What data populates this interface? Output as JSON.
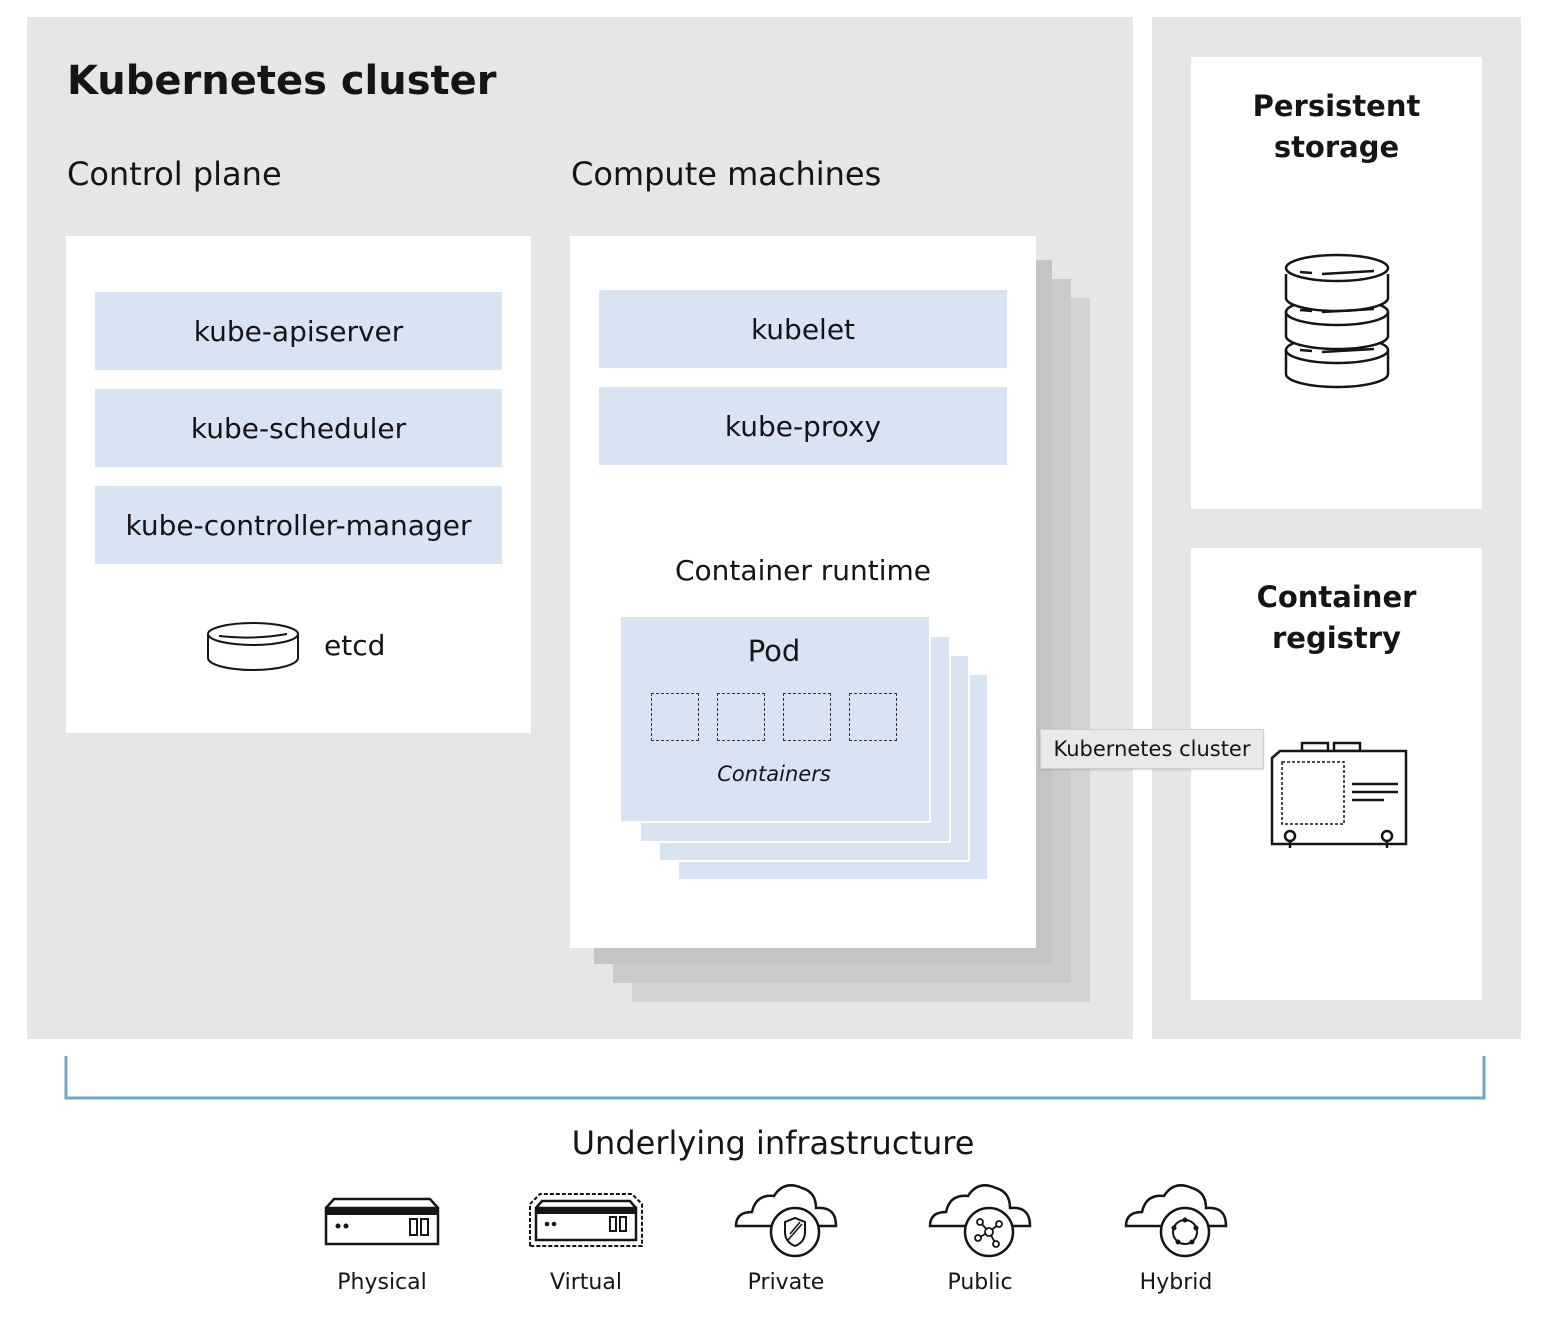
{
  "cluster": {
    "title": "Kubernetes cluster",
    "control_plane": {
      "title": "Control plane",
      "components": [
        "kube-apiserver",
        "kube-scheduler",
        "kube-controller-manager"
      ],
      "etcd_label": "etcd"
    },
    "compute": {
      "title": "Compute machines",
      "components": [
        "kubelet",
        "kube-proxy"
      ],
      "runtime_label": "Container runtime",
      "pod_label": "Pod",
      "containers_label": "Containers"
    }
  },
  "side": {
    "storage_title_line1": "Persistent",
    "storage_title_line2": "storage",
    "registry_title_line1": "Container",
    "registry_title_line2": "registry"
  },
  "tooltip": "Kubernetes cluster",
  "infrastructure": {
    "title": "Underlying infrastructure",
    "items": [
      "Physical",
      "Virtual",
      "Private",
      "Public",
      "Hybrid"
    ]
  },
  "colors": {
    "panel_gray": "#e6e6e6",
    "component_blue": "#d8e4f2",
    "bracket_blue": "#6fa8c8"
  },
  "icons": [
    "database-icon",
    "registry-icon",
    "server-icon",
    "virtual-server-icon",
    "private-cloud-icon",
    "public-cloud-icon",
    "hybrid-cloud-icon"
  ]
}
